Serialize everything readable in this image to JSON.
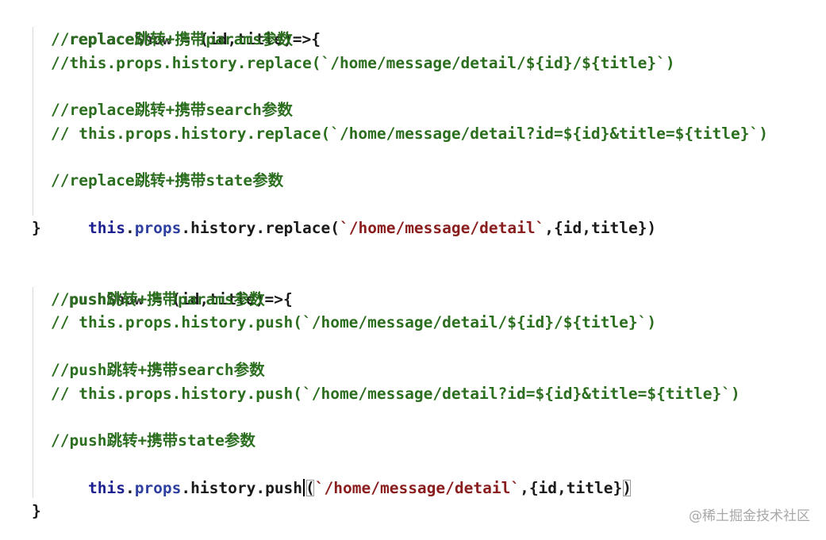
{
  "replace_block": {
    "signature": {
      "name": "replaceShow",
      "rest": " = (id,title)=>{"
    },
    "comment_params": "//replace跳转+携带params参数",
    "code_params": "//this.props.history.replace(`/home/message/detail/${id}/${title}`)",
    "comment_search": "//replace跳转+携带search参数",
    "code_search": "// this.props.history.replace(`/home/message/detail?id=${id}&title=${title}`)",
    "comment_state": "//replace跳转+携带state参数",
    "code_state": {
      "this": "this",
      "dot1": ".",
      "props": "props",
      "dot2": ".",
      "history": "history",
      "dot3": ".",
      "method": "replace",
      "open": "(",
      "path": "`/home/message/detail`",
      "args": ",{id,title})"
    },
    "close": "}"
  },
  "push_block": {
    "signature": {
      "name": "pushShow",
      "rest": " = (id,title)=>{"
    },
    "comment_params": "//push跳转+携带params参数",
    "code_params": "// this.props.history.push(`/home/message/detail/${id}/${title}`)",
    "comment_search": "//push跳转+携带search参数",
    "code_search": "// this.props.history.push(`/home/message/detail?id=${id}&title=${title}`)",
    "comment_state": "//push跳转+携带state参数",
    "code_state": {
      "this": "this",
      "dot1": ".",
      "props": "props",
      "dot2": ".",
      "history": "history",
      "dot3": ".",
      "method": "push",
      "open": "(",
      "path": "`/home/message/detail`",
      "args": ",{id,title}",
      "close_paren": ")"
    },
    "close": "}"
  },
  "watermark": "@稀土掘金技术社区",
  "colors": {
    "comment": "#2c6e1f",
    "keyword": "#1b1f8f",
    "member": "#2f3f9f",
    "string": "#8a1e1e",
    "text": "#1a1a1a",
    "background": "#ffffff"
  }
}
